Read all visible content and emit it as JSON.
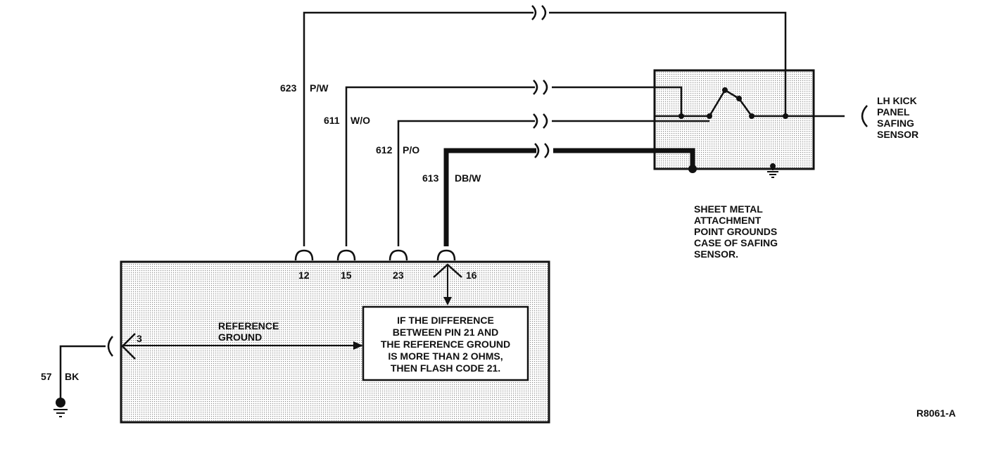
{
  "wires": {
    "w623": {
      "circuit": "623",
      "color": "P/W"
    },
    "w611": {
      "circuit": "611",
      "color": "W/O"
    },
    "w612": {
      "circuit": "612",
      "color": "P/O"
    },
    "w613": {
      "circuit": "613",
      "color": "DB/W"
    },
    "w57": {
      "circuit": "57",
      "color": "BK"
    }
  },
  "pins": {
    "p12": "12",
    "p15": "15",
    "p23": "23",
    "p16": "16",
    "p3": "3"
  },
  "reference_ground": {
    "line1": "REFERENCE",
    "line2": "GROUND"
  },
  "note_box": {
    "line1": "IF THE DIFFERENCE",
    "line2": "BETWEEN PIN 21 AND",
    "line3": "THE REFERENCE GROUND",
    "line4": "IS MORE THAN 2 OHMS,",
    "line5": "THEN FLASH CODE 21."
  },
  "sensor_label": {
    "line1": "LH KICK",
    "line2": "PANEL",
    "line3": "SAFING",
    "line4": "SENSOR"
  },
  "ground_note": {
    "line1": "SHEET METAL",
    "line2": "ATTACHMENT",
    "line3": "POINT GROUNDS",
    "line4": "CASE OF SAFING",
    "line5": "SENSOR."
  },
  "figure_id": "R8061-A"
}
